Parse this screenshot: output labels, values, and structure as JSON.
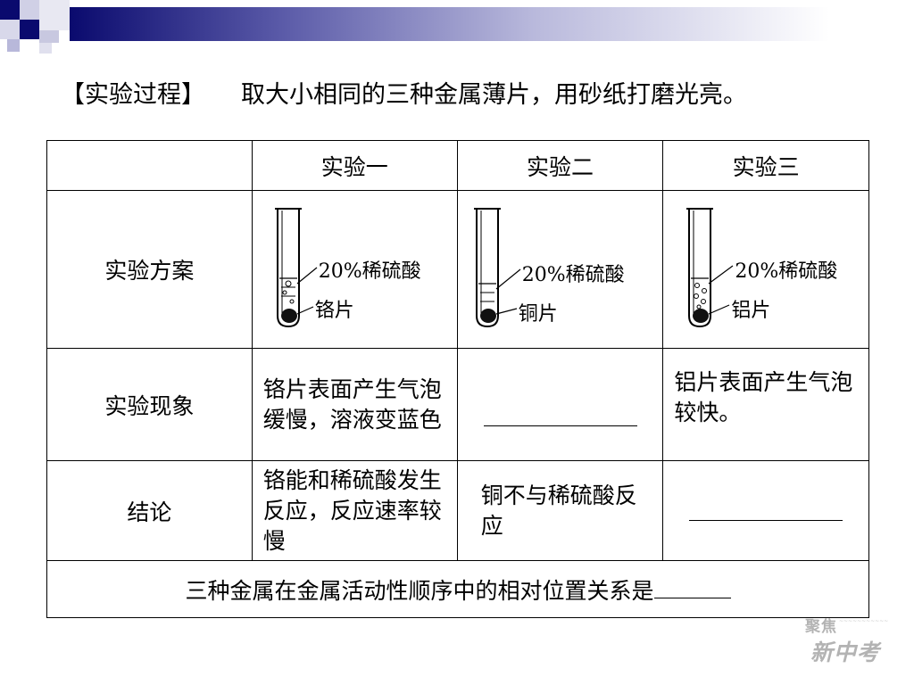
{
  "heading": {
    "tag": "【实验过程】",
    "text": "取大小相同的三种金属薄片，用砂纸打磨光亮。"
  },
  "table": {
    "headers": [
      "",
      "实验一",
      "实验二",
      "实验三"
    ],
    "row_plan": {
      "label": "实验方案",
      "tubes": [
        {
          "acid": "20%稀硫酸",
          "metal": "铬片"
        },
        {
          "acid": "20%稀硫酸",
          "metal": "铜片"
        },
        {
          "acid": "20%稀硫酸",
          "metal": "铝片"
        }
      ]
    },
    "row_phenomenon": {
      "label": "实验现象",
      "exp1": "铬片表面产生气泡缓慢，溶液变蓝色",
      "exp3": "铝片表面产生气泡较快。"
    },
    "row_conclusion": {
      "label": "结论",
      "exp1": "铬能和稀硫酸发生反应，反应速率较慢",
      "exp2": "铜不与稀硫酸反应"
    },
    "row_final": {
      "text": "三种金属在金属活动性顺序中的相对位置关系是"
    }
  },
  "logo": {
    "line1": "聚焦",
    "line2": "新中考"
  },
  "colors": {
    "bar_dark": "#0a0a6e",
    "bar_mid": "#5a5aa8",
    "logo_gray": "#b3b3b3"
  }
}
